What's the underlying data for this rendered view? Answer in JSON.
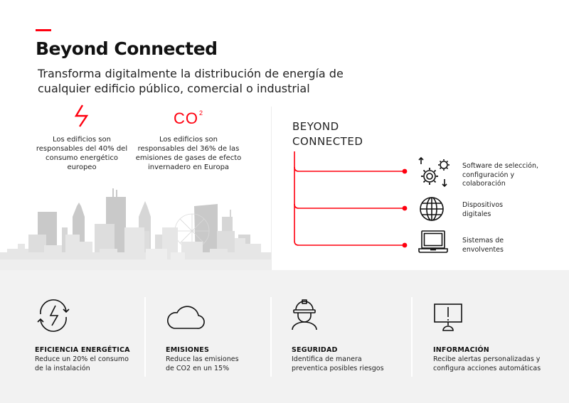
{
  "header": {
    "title": "Beyond Connected",
    "subtitle": "Transforma digitalmente la distribución de energía de cualquier edificio público, comercial o industrial"
  },
  "colors": {
    "accent": "#ff000f",
    "band": "#f2f2f2",
    "text": "#1a1a1a"
  },
  "stats": [
    {
      "icon": "lightning-icon",
      "text": "Los edificios son responsables del 40% del consumo energético europeo"
    },
    {
      "icon": "co2-icon",
      "icon_text": "CO",
      "icon_sup": "2",
      "text": "Los edificios son responsables del 36% de las emisiones de gases de efecto invernadero en Europa"
    }
  ],
  "beyond_connected": {
    "heading_line1": "BEYOND",
    "heading_line2": "CONNECTED",
    "items": [
      {
        "icon": "gears-sync-icon",
        "label_line1": "Software de selección,",
        "label_line2": "configuración y",
        "label_line3": "colaboración"
      },
      {
        "icon": "globe-icon",
        "label_line1": "Dispositivos",
        "label_line2": "digitales"
      },
      {
        "icon": "laptop-icon",
        "label_line1": "Sistemas de",
        "label_line2": "envolventes"
      }
    ]
  },
  "features": [
    {
      "icon": "energy-cycle-icon",
      "name": "EFICIENCIA ENERGÉTICA",
      "desc_line1": "Reduce un 20% el consumo",
      "desc_line2": "de la instalación"
    },
    {
      "icon": "cloud-icon",
      "name": "EMISIONES",
      "desc_line1": "Reduce las emisiones",
      "desc_line2": "de CO2 en un 15%"
    },
    {
      "icon": "hard-hat-worker-icon",
      "name": "SEGURIDAD",
      "desc_line1": "Identifica de manera",
      "desc_line2": "preventica posibles riesgos"
    },
    {
      "icon": "monitor-alert-icon",
      "name": "INFORMACIÓN",
      "desc_line1": "Recibe alertas personalizadas y",
      "desc_line2": "configura acciones automáticas"
    }
  ]
}
